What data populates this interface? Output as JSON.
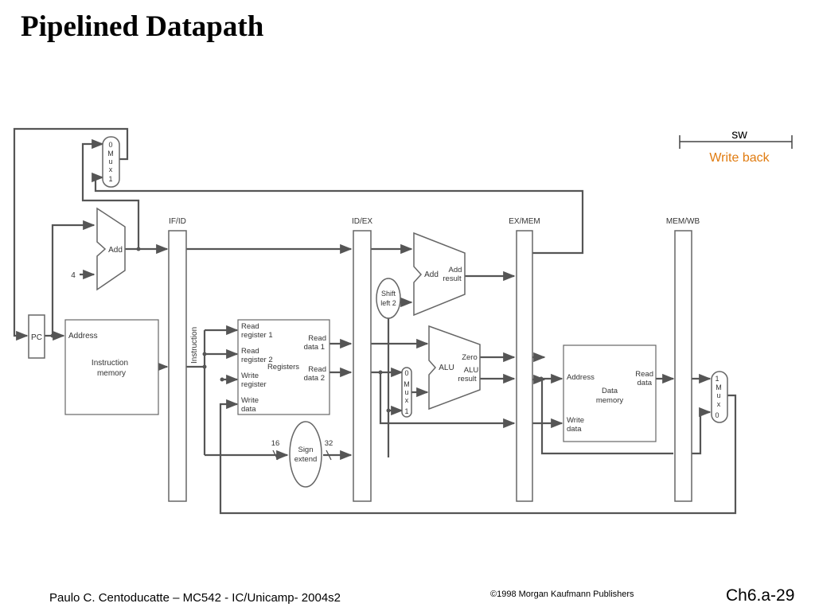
{
  "slide": {
    "title": "Pipelined Datapath",
    "footer_left": "Paulo C. Centoducatte – MC542 - IC/Unicamp- 2004s2",
    "footer_copyright": "©1998 Morgan Kaufmann Publishers",
    "footer_page": "Ch6.a-29"
  },
  "legend": {
    "instruction": "sw",
    "stage": "Write back",
    "stage_color": "#e07b10"
  },
  "registers": {
    "ifid": "IF/ID",
    "idex": "ID/EX",
    "exmem": "EX/MEM",
    "memwb": "MEM/WB"
  },
  "pc": {
    "label": "PC"
  },
  "imem": {
    "address": "Address",
    "name_1": "Instruction",
    "name_2": "memory",
    "output": "Instruction"
  },
  "mux_pc": {
    "in0": "0",
    "m": "M",
    "u": "u",
    "x": "x",
    "in1": "1"
  },
  "pc_adder": {
    "label": "Add",
    "constant": "4"
  },
  "regfile": {
    "read_reg1_a": "Read",
    "read_reg1_b": "register 1",
    "read_reg2_a": "Read",
    "read_reg2_b": "register 2",
    "write_reg_a": "Write",
    "write_reg_b": "register",
    "write_data_a": "Write",
    "write_data_b": "data",
    "read_data1_a": "Read",
    "read_data1_b": "data 1",
    "read_data2_a": "Read",
    "read_data2_b": "data 2",
    "name": "Registers"
  },
  "sign_extend": {
    "a": "Sign",
    "b": "extend",
    "in_bits": "16",
    "out_bits": "32"
  },
  "shift_left": {
    "a": "Shift",
    "b": "left 2"
  },
  "branch_adder": {
    "label": "Add",
    "result_a": "Add",
    "result_b": "result"
  },
  "mux_alu": {
    "in0": "0",
    "m": "M",
    "u": "u",
    "x": "x",
    "in1": "1"
  },
  "alu": {
    "label": "ALU",
    "zero": "Zero",
    "result_a": "ALU",
    "result_b": "result"
  },
  "dmem": {
    "address": "Address",
    "name_1": "Data",
    "name_2": "memory",
    "read_a": "Read",
    "read_b": "data",
    "write_a": "Write",
    "write_b": "data"
  },
  "mux_wb": {
    "in1": "1",
    "m": "M",
    "u": "u",
    "x": "x",
    "in0": "0"
  },
  "colors": {
    "wire": "#555555",
    "box": "#777777"
  }
}
